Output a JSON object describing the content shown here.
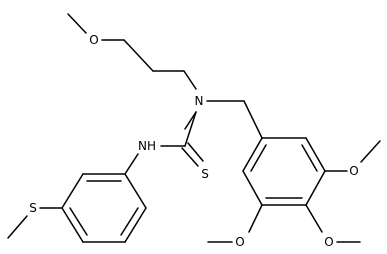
{
  "molecule": {
    "atoms": [
      {
        "id": "o_methoxypropyl",
        "label": "O"
      },
      {
        "id": "n_tertiary",
        "label": "N"
      },
      {
        "id": "nh_thiourea",
        "label": "NH"
      },
      {
        "id": "s_thione",
        "label": "S"
      },
      {
        "id": "s_methylthio",
        "label": "S"
      },
      {
        "id": "o_methoxy_top",
        "label": "O"
      },
      {
        "id": "o_methoxy_para",
        "label": "O"
      },
      {
        "id": "o_methoxy_left",
        "label": "O"
      }
    ]
  },
  "colors": {
    "bond": "#000000",
    "label": "#000000",
    "background": "#ffffff"
  }
}
